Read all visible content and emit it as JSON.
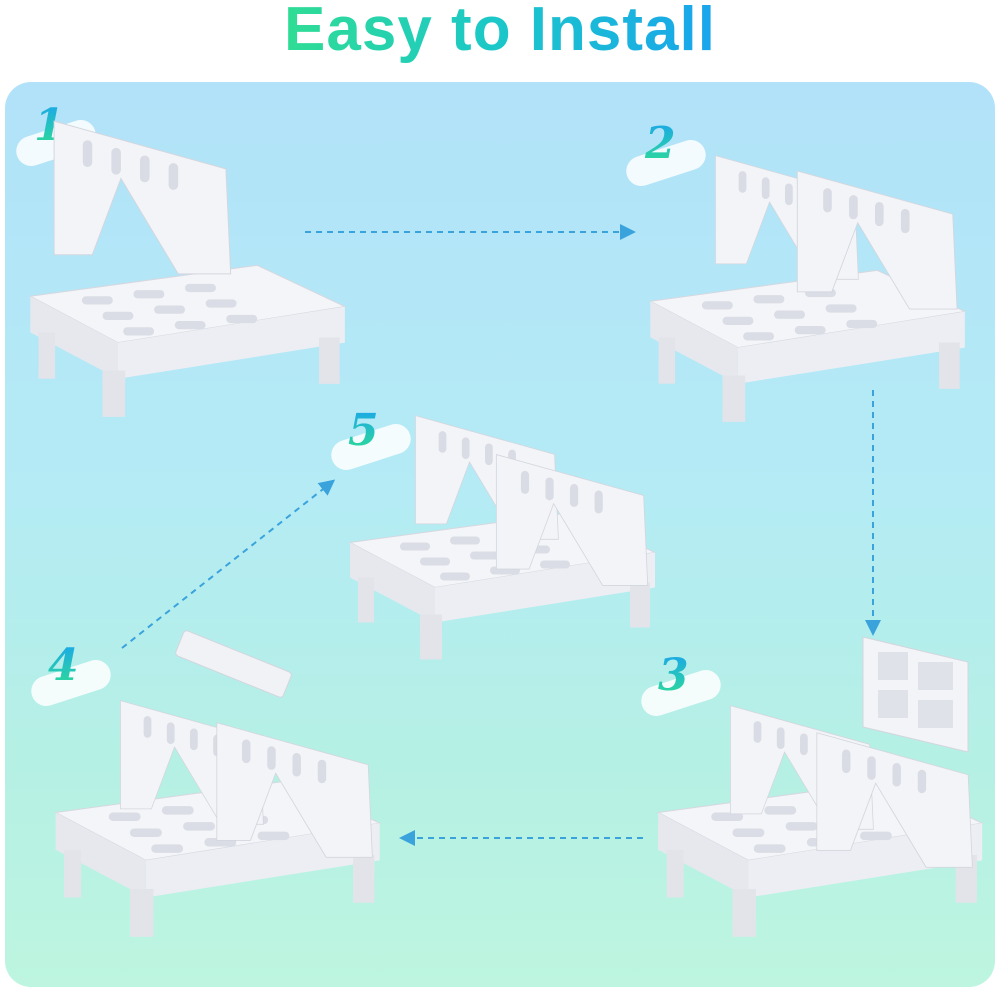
{
  "title": "Easy to Install",
  "steps": [
    {
      "number": "1"
    },
    {
      "number": "2"
    },
    {
      "number": "3"
    },
    {
      "number": "4"
    },
    {
      "number": "5"
    }
  ],
  "colors": {
    "arrow": "#3aa3dc",
    "title_start": "#33e08c",
    "title_end": "#1a9ff2"
  }
}
